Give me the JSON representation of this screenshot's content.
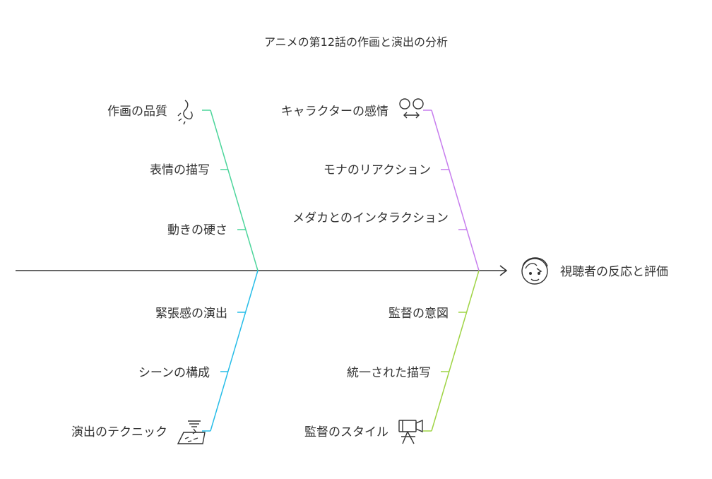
{
  "title": "アニメの第12話の作画と演出の分析",
  "effect": "視聴者の反応と評価",
  "categories": {
    "sakuga": {
      "label": "作画の品質",
      "color": "#4cd59b",
      "causes": [
        "表情の描写",
        "動きの硬さ"
      ]
    },
    "character": {
      "label": "キャラクターの感情",
      "color": "#c77dee",
      "causes": [
        "モナのリアクション",
        "メダカとのインタラクション"
      ]
    },
    "enshutsu": {
      "label": "演出のテクニック",
      "color": "#27bde8",
      "causes": [
        "緊張感の演出",
        "シーンの構成"
      ]
    },
    "director": {
      "label": "監督のスタイル",
      "color": "#9fd444",
      "causes": [
        "監督の意図",
        "統一された描写"
      ]
    }
  }
}
